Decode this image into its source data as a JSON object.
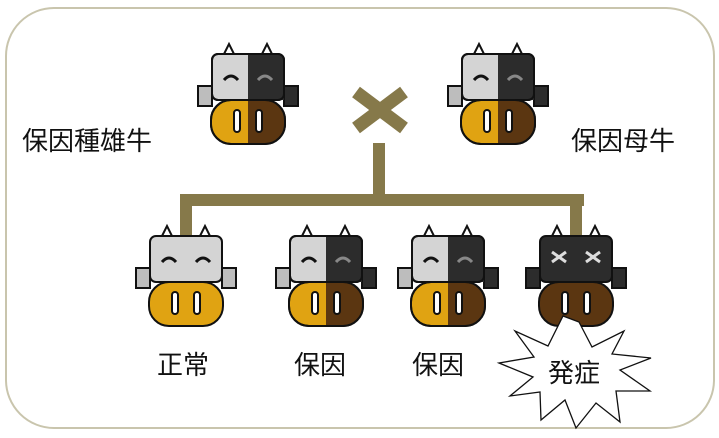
{
  "parents": {
    "sire_label": "保因種雄牛",
    "dam_label": "保因母牛"
  },
  "offspring": [
    {
      "label": "正常",
      "type": "normal"
    },
    {
      "label": "保因",
      "type": "carrier"
    },
    {
      "label": "保因",
      "type": "carrier"
    },
    {
      "label": "発症",
      "type": "affected"
    }
  ],
  "colors": {
    "frame": "#c9c5ad",
    "lines": "#86794a",
    "cross": "#86794a",
    "face_light": "#d4d4d4",
    "face_dark": "#2c2c2c",
    "muzzle_gold": "#e0a312",
    "muzzle_brown": "#5b3611",
    "ear": "#bdbdbd"
  },
  "icons": {
    "cross": "cross-symbol-icon",
    "burst": "burst-starburst-icon"
  }
}
